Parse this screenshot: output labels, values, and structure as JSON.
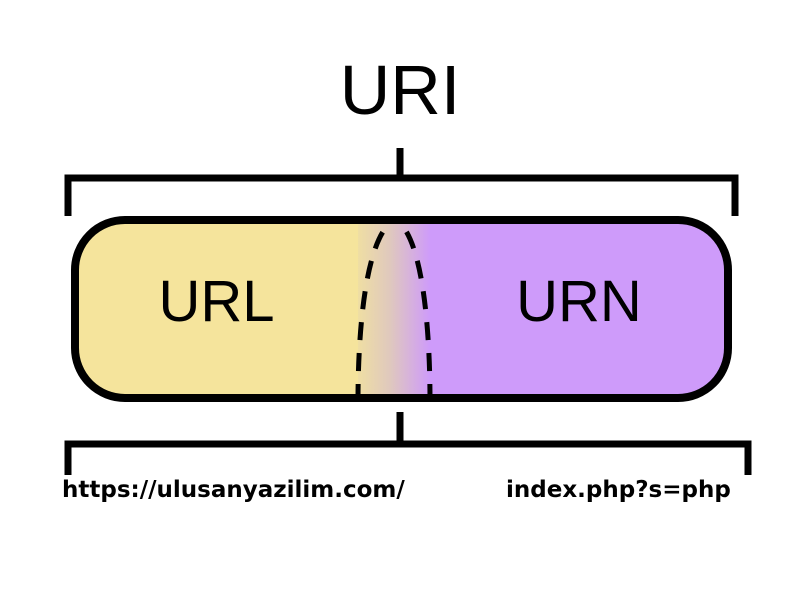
{
  "diagram": {
    "title": "URI",
    "sets": {
      "left": {
        "label": "URL",
        "fill_color": "#F5E49C"
      },
      "right": {
        "label": "URN",
        "fill_color": "#CE9BFA"
      },
      "overlap": {
        "gradient_from": "#EFDEA3",
        "gradient_mid": "#DCC2C2",
        "gradient_to": "#CE9BFA",
        "border_style": "dashed"
      }
    },
    "examples": {
      "url": "https://ulusanyazilim.com/",
      "urn": "index.php?s=php"
    },
    "stroke_color": "#000000",
    "background_color": "#FFFFFF"
  }
}
